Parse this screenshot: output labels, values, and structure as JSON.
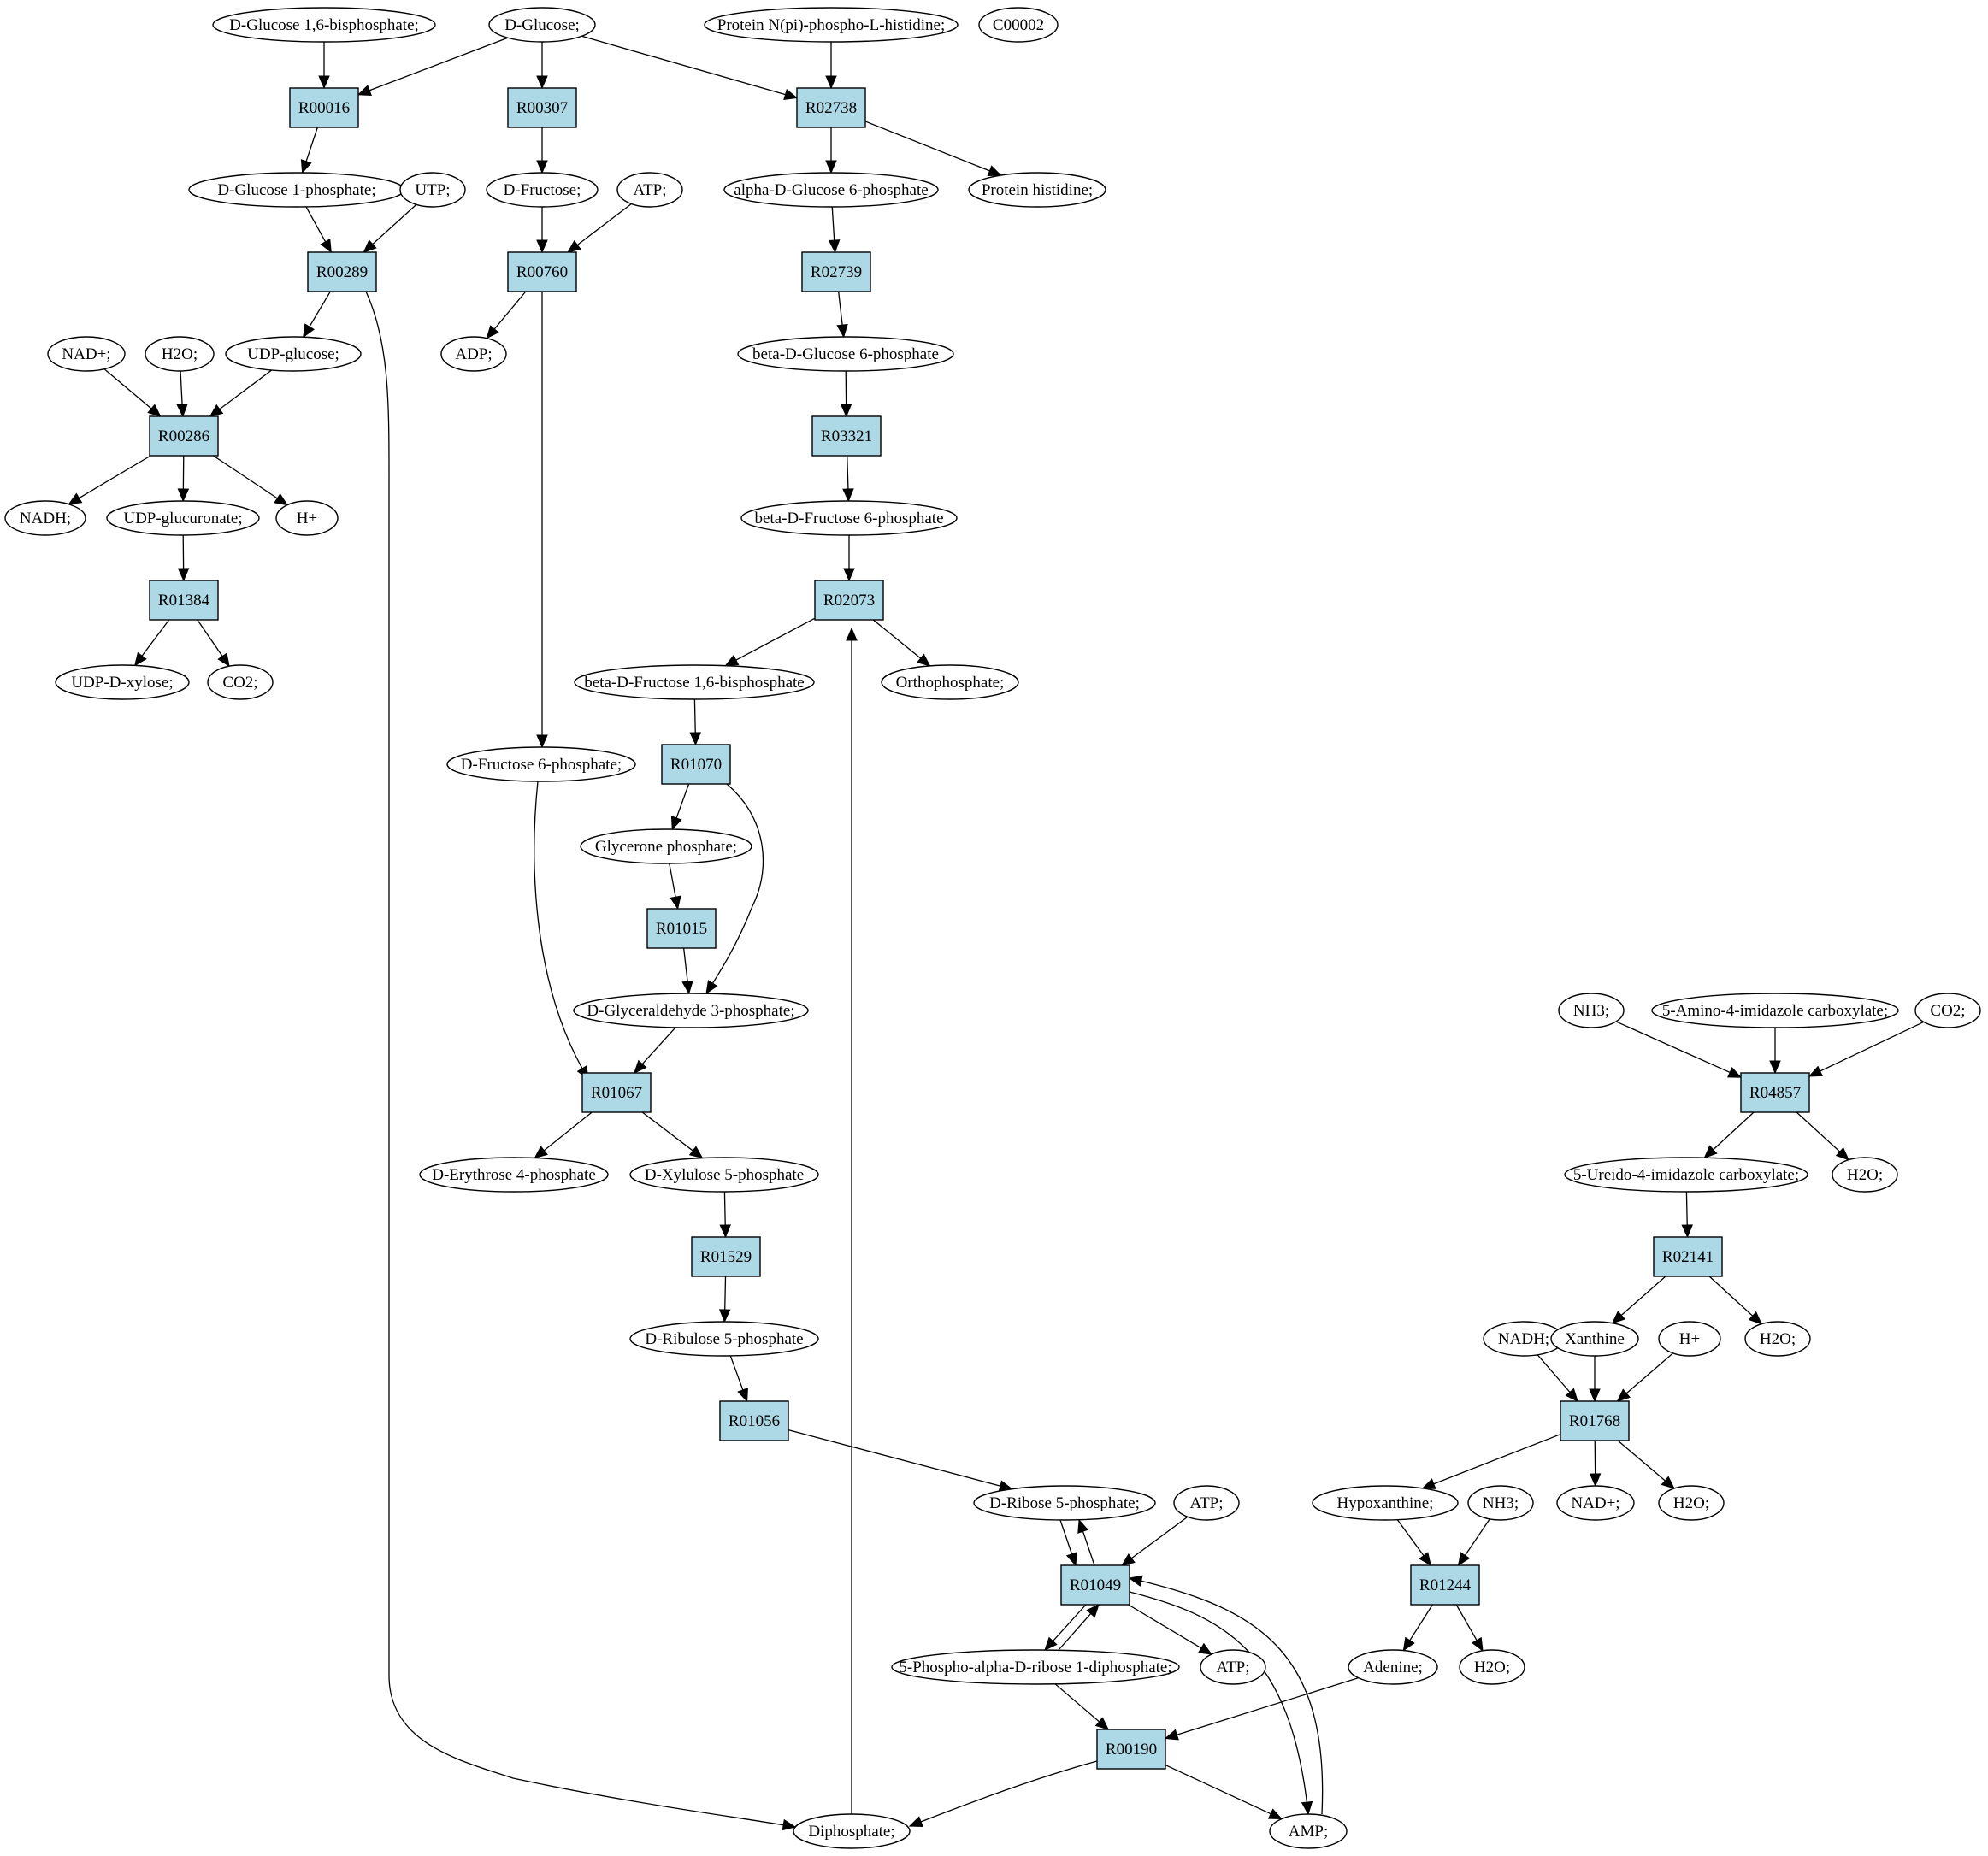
{
  "colors": {
    "reaction_fill": "#add8e6",
    "compound_fill": "#ffffff",
    "start_fill": "#00ee00",
    "highlight_fill": "#ffff00",
    "stroke": "#000000"
  },
  "diagram": {
    "nodes": [
      {
        "id": "glc16bp",
        "type": "compound",
        "label": "D-Glucose 1,6-bisphosphate;"
      },
      {
        "id": "glc",
        "type": "compound",
        "label": "D-Glucose;",
        "fill": "start_fill"
      },
      {
        "id": "protphis",
        "type": "compound",
        "label": "Protein N(pi)-phospho-L-histidine;"
      },
      {
        "id": "c00002",
        "type": "compound",
        "label": "C00002",
        "fill": "highlight_fill"
      },
      {
        "id": "R00016",
        "type": "reaction",
        "label": "R00016"
      },
      {
        "id": "R00307",
        "type": "reaction",
        "label": "R00307"
      },
      {
        "id": "R02738",
        "type": "reaction",
        "label": "R02738"
      },
      {
        "id": "glc1p",
        "type": "compound",
        "label": "D-Glucose 1-phosphate;"
      },
      {
        "id": "utp",
        "type": "compound",
        "label": "UTP;"
      },
      {
        "id": "fru",
        "type": "compound",
        "label": "D-Fructose;"
      },
      {
        "id": "atp1",
        "type": "compound",
        "label": "ATP;"
      },
      {
        "id": "ag6p",
        "type": "compound",
        "label": "alpha-D-Glucose 6-phosphate"
      },
      {
        "id": "prothis",
        "type": "compound",
        "label": "Protein histidine;"
      },
      {
        "id": "R00289",
        "type": "reaction",
        "label": "R00289"
      },
      {
        "id": "R00760",
        "type": "reaction",
        "label": "R00760"
      },
      {
        "id": "R02739",
        "type": "reaction",
        "label": "R02739"
      },
      {
        "id": "nadp",
        "type": "compound",
        "label": "NAD+;"
      },
      {
        "id": "h2o1",
        "type": "compound",
        "label": "H2O;"
      },
      {
        "id": "udpglc",
        "type": "compound",
        "label": "UDP-glucose;"
      },
      {
        "id": "adp",
        "type": "compound",
        "label": "ADP;"
      },
      {
        "id": "bg6p",
        "type": "compound",
        "label": "beta-D-Glucose 6-phosphate"
      },
      {
        "id": "R00286",
        "type": "reaction",
        "label": "R00286"
      },
      {
        "id": "R03321",
        "type": "reaction",
        "label": "R03321"
      },
      {
        "id": "nadh1",
        "type": "compound",
        "label": "NADH;"
      },
      {
        "id": "udpglcur",
        "type": "compound",
        "label": "UDP-glucuronate;"
      },
      {
        "id": "hplus1",
        "type": "compound",
        "label": "H+"
      },
      {
        "id": "bf6p",
        "type": "compound",
        "label": "beta-D-Fructose 6-phosphate"
      },
      {
        "id": "R01384",
        "type": "reaction",
        "label": "R01384"
      },
      {
        "id": "R02073",
        "type": "reaction",
        "label": "R02073"
      },
      {
        "id": "udpxyl",
        "type": "compound",
        "label": "UDP-D-xylose;"
      },
      {
        "id": "co2a",
        "type": "compound",
        "label": "CO2;"
      },
      {
        "id": "bf16bp",
        "type": "compound",
        "label": "beta-D-Fructose 1,6-bisphosphate"
      },
      {
        "id": "orthop",
        "type": "compound",
        "label": "Orthophosphate;"
      },
      {
        "id": "R01070",
        "type": "reaction",
        "label": "R01070"
      },
      {
        "id": "f6p",
        "type": "compound",
        "label": "D-Fructose 6-phosphate;"
      },
      {
        "id": "dhap",
        "type": "compound",
        "label": "Glycerone phosphate;"
      },
      {
        "id": "R01015",
        "type": "reaction",
        "label": "R01015"
      },
      {
        "id": "g3p",
        "type": "compound",
        "label": "D-Glyceraldehyde 3-phosphate;"
      },
      {
        "id": "R01067",
        "type": "reaction",
        "label": "R01067"
      },
      {
        "id": "e4p",
        "type": "compound",
        "label": "D-Erythrose 4-phosphate"
      },
      {
        "id": "xu5p",
        "type": "compound",
        "label": "D-Xylulose 5-phosphate"
      },
      {
        "id": "R01529",
        "type": "reaction",
        "label": "R01529"
      },
      {
        "id": "ru5p",
        "type": "compound",
        "label": "D-Ribulose 5-phosphate"
      },
      {
        "id": "R01056",
        "type": "reaction",
        "label": "R01056"
      },
      {
        "id": "r5p",
        "type": "compound",
        "label": "D-Ribose 5-phosphate;"
      },
      {
        "id": "atp2",
        "type": "compound",
        "label": "ATP;"
      },
      {
        "id": "R01049",
        "type": "reaction",
        "label": "R01049"
      },
      {
        "id": "prpp",
        "type": "compound",
        "label": "5-Phospho-alpha-D-ribose 1-diphosphate;"
      },
      {
        "id": "atp3",
        "type": "compound",
        "label": "ATP;"
      },
      {
        "id": "R00190",
        "type": "reaction",
        "label": "R00190"
      },
      {
        "id": "ppi",
        "type": "compound",
        "label": "Diphosphate;"
      },
      {
        "id": "amp",
        "type": "compound",
        "label": "AMP;"
      },
      {
        "id": "nh3a",
        "type": "compound",
        "label": "NH3;"
      },
      {
        "id": "aic",
        "type": "compound",
        "label": "5-Amino-4-imidazole carboxylate;"
      },
      {
        "id": "co2b",
        "type": "compound",
        "label": "CO2;"
      },
      {
        "id": "R04857",
        "type": "reaction",
        "label": "R04857"
      },
      {
        "id": "uic",
        "type": "compound",
        "label": "5-Ureido-4-imidazole carboxylate;"
      },
      {
        "id": "h2o2",
        "type": "compound",
        "label": "H2O;"
      },
      {
        "id": "R02141",
        "type": "reaction",
        "label": "R02141"
      },
      {
        "id": "nadh2",
        "type": "compound",
        "label": "NADH;"
      },
      {
        "id": "xan",
        "type": "compound",
        "label": "Xanthine"
      },
      {
        "id": "hplus2",
        "type": "compound",
        "label": "H+"
      },
      {
        "id": "h2o3",
        "type": "compound",
        "label": "H2O;"
      },
      {
        "id": "R01768",
        "type": "reaction",
        "label": "R01768"
      },
      {
        "id": "hyp",
        "type": "compound",
        "label": "Hypoxanthine;"
      },
      {
        "id": "nh3b",
        "type": "compound",
        "label": "NH3;"
      },
      {
        "id": "nadp2",
        "type": "compound",
        "label": "NAD+;"
      },
      {
        "id": "h2o4",
        "type": "compound",
        "label": "H2O;"
      },
      {
        "id": "R01244",
        "type": "reaction",
        "label": "R01244"
      },
      {
        "id": "ade",
        "type": "compound",
        "label": "Adenine;"
      },
      {
        "id": "h2o5",
        "type": "compound",
        "label": "H2O;"
      }
    ],
    "edges": [
      [
        "glc16bp",
        "R00016"
      ],
      [
        "glc",
        "R00016"
      ],
      [
        "glc",
        "R00307"
      ],
      [
        "glc",
        "R02738"
      ],
      [
        "protphis",
        "R02738"
      ],
      [
        "R00016",
        "glc1p"
      ],
      [
        "R00307",
        "fru"
      ],
      [
        "R02738",
        "ag6p"
      ],
      [
        "R02738",
        "prothis"
      ],
      [
        "glc1p",
        "R00289"
      ],
      [
        "utp",
        "R00289"
      ],
      [
        "fru",
        "R00760"
      ],
      [
        "atp1",
        "R00760"
      ],
      [
        "ag6p",
        "R02739"
      ],
      [
        "R00289",
        "udpglc"
      ],
      [
        "R00289",
        "ppi"
      ],
      [
        "R00760",
        "adp"
      ],
      [
        "R00760",
        "f6p"
      ],
      [
        "R02739",
        "bg6p"
      ],
      [
        "nadp",
        "R00286"
      ],
      [
        "h2o1",
        "R00286"
      ],
      [
        "udpglc",
        "R00286"
      ],
      [
        "bg6p",
        "R03321"
      ],
      [
        "R00286",
        "nadh1"
      ],
      [
        "R00286",
        "udpglcur"
      ],
      [
        "R00286",
        "hplus1"
      ],
      [
        "R03321",
        "bf6p"
      ],
      [
        "udpglcur",
        "R01384"
      ],
      [
        "bf6p",
        "R02073"
      ],
      [
        "R01384",
        "udpxyl"
      ],
      [
        "R01384",
        "co2a"
      ],
      [
        "R02073",
        "bf16bp"
      ],
      [
        "R02073",
        "orthop"
      ],
      [
        "ppi",
        "R02073"
      ],
      [
        "bf16bp",
        "R01070"
      ],
      [
        "R01070",
        "dhap"
      ],
      [
        "R01070",
        "g3p"
      ],
      [
        "dhap",
        "R01015"
      ],
      [
        "R01015",
        "g3p"
      ],
      [
        "f6p",
        "R01067"
      ],
      [
        "g3p",
        "R01067"
      ],
      [
        "R01067",
        "e4p"
      ],
      [
        "R01067",
        "xu5p"
      ],
      [
        "xu5p",
        "R01529"
      ],
      [
        "R01529",
        "ru5p"
      ],
      [
        "ru5p",
        "R01056"
      ],
      [
        "R01056",
        "r5p"
      ],
      [
        "r5p",
        "R01049"
      ],
      [
        "R01049",
        "r5p"
      ],
      [
        "atp2",
        "R01049"
      ],
      [
        "R01049",
        "prpp"
      ],
      [
        "prpp",
        "R01049"
      ],
      [
        "R01049",
        "atp3"
      ],
      [
        "R01049",
        "amp"
      ],
      [
        "amp",
        "R01049"
      ],
      [
        "prpp",
        "R00190"
      ],
      [
        "ade",
        "R00190"
      ],
      [
        "R00190",
        "ppi"
      ],
      [
        "R00190",
        "amp"
      ],
      [
        "nh3a",
        "R04857"
      ],
      [
        "aic",
        "R04857"
      ],
      [
        "co2b",
        "R04857"
      ],
      [
        "R04857",
        "uic"
      ],
      [
        "R04857",
        "h2o2"
      ],
      [
        "uic",
        "R02141"
      ],
      [
        "R02141",
        "xan"
      ],
      [
        "R02141",
        "h2o3"
      ],
      [
        "nadh2",
        "R01768"
      ],
      [
        "xan",
        "R01768"
      ],
      [
        "hplus2",
        "R01768"
      ],
      [
        "R01768",
        "hyp"
      ],
      [
        "R01768",
        "nadp2"
      ],
      [
        "R01768",
        "h2o4"
      ],
      [
        "hyp",
        "R01244"
      ],
      [
        "nh3b",
        "R01244"
      ],
      [
        "R01244",
        "ade"
      ],
      [
        "R01244",
        "h2o5"
      ]
    ]
  }
}
